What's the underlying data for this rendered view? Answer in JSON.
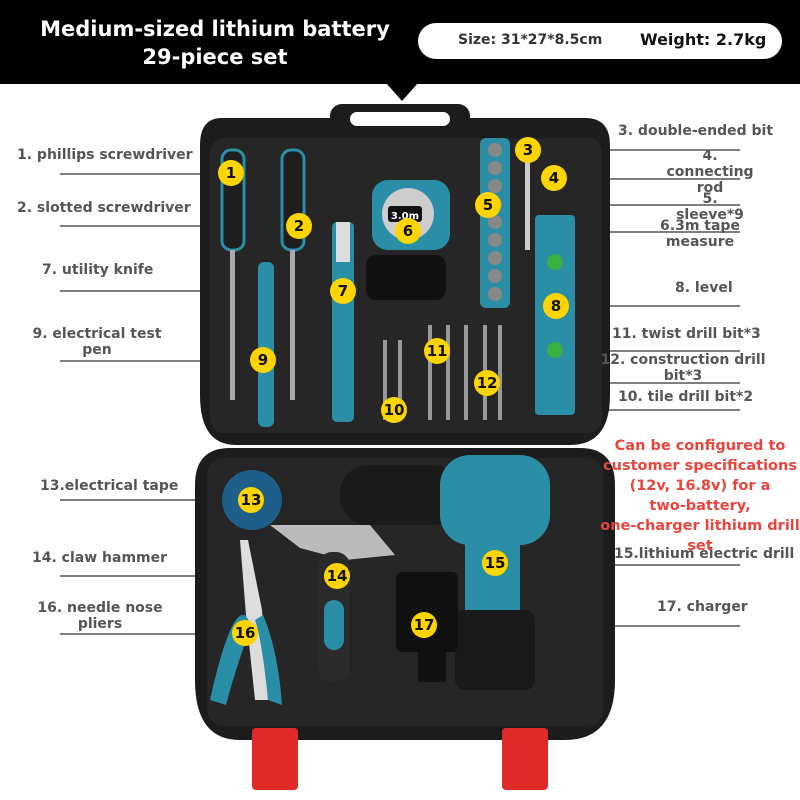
{
  "banner": {
    "title_line1": "Medium-sized lithium battery",
    "title_line2": "29-piece set",
    "size": "Size: 31*27*8.5cm",
    "weight": "Weight: 2.7kg"
  },
  "labels": {
    "l1": "1. phillips screwdriver",
    "l2": "2. slotted screwdriver",
    "l3": "3. double-ended bit",
    "l4a": "4.",
    "l4b": "connecting",
    "l4c": "rod",
    "l5a": "5.",
    "l5b": "sleeve*9",
    "l6a": "6.3m tape",
    "l6b": "measure",
    "l7": "7. utility knife",
    "l8": "8. level",
    "l9a": "9. electrical test",
    "l9b": "pen",
    "l10": "10. tile drill bit*2",
    "l11": "11. twist drill bit*3",
    "l12a": "12. construction drill",
    "l12b": "bit*3",
    "l13": "13.electrical tape",
    "l14": "14. claw hammer",
    "l15": "15.lithium electric drill",
    "l16a": "16. needle nose",
    "l16b": "pliers",
    "l17": "17. charger"
  },
  "note": {
    "line1": "Can be configured to",
    "line2": "customer specifications",
    "line3": "(12v, 16.8v) for a",
    "line4": "two-battery,",
    "line5": "one-charger lithium drill",
    "line6": "set"
  },
  "badges": [
    "1",
    "2",
    "3",
    "4",
    "5",
    "6",
    "7",
    "8",
    "9",
    "10",
    "11",
    "12",
    "13",
    "14",
    "15",
    "16",
    "17"
  ],
  "tape_display": "3.0m",
  "colors": {
    "case": "#1c1c1c",
    "teal": "#2a8fa6",
    "latch": "#e02a2a",
    "badge": "#ffd500",
    "note": "#e8453c"
  }
}
